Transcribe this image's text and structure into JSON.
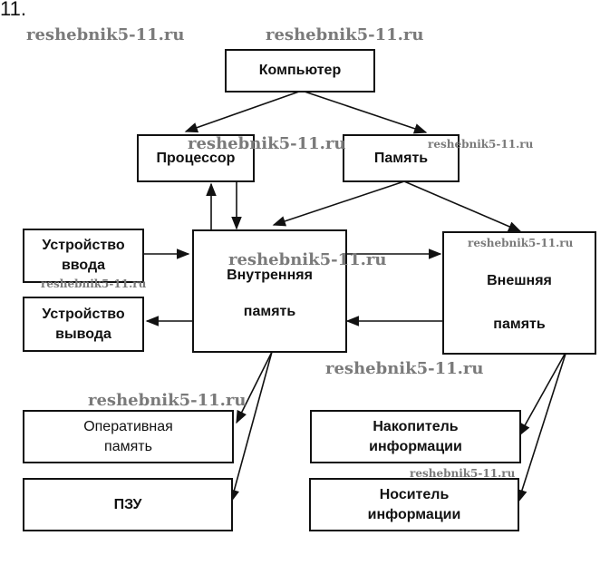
{
  "task_number": "11.",
  "watermark": "reshebnik5-11.ru",
  "nodes": {
    "computer": "Компьютер",
    "processor": "Процессор",
    "memory": "Память",
    "input_device": {
      "line1": "Устройство",
      "line2": "ввода"
    },
    "output_device": {
      "line1": "Устройство",
      "line2": "вывода"
    },
    "internal_memory": {
      "line1": "Внутренняя",
      "line2": "память"
    },
    "external_memory": {
      "line1": "Внешняя",
      "line2": "память"
    },
    "ram": {
      "line1": "Оперативная",
      "line2": "память"
    },
    "rom": "ПЗУ",
    "storage_drive": {
      "line1": "Накопитель",
      "line2": "информации"
    },
    "storage_medium": {
      "line1": "Носитель",
      "line2": "информации"
    }
  },
  "colors": {
    "line": "#111111",
    "watermark": "#7a7a7a"
  }
}
